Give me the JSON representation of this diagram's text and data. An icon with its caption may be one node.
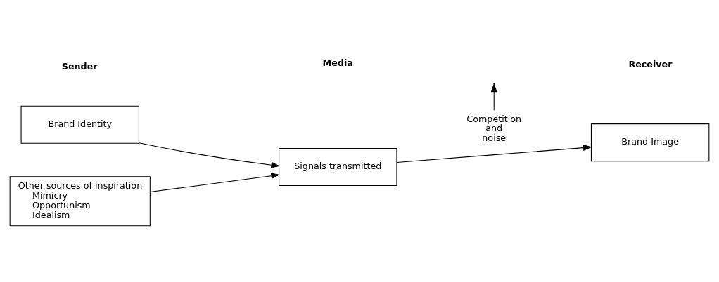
{
  "diagram": {
    "nodes": [
      {
        "text": [
          "Brand Identity"
        ]
      },
      {
        "text": [
          "Other sources of inspiration",
          "Mimicry",
          "Opportunism",
          "Idealism"
        ]
      },
      {
        "text": [
          "Signals transmitted"
        ]
      },
      {
        "text": [
          "Brand Image"
        ]
      },
      {
        "text": [
          "Competition and noise"
        ]
      }
    ],
    "edges": [
      {
        "from": 0,
        "to": 2,
        "arrow": "to"
      },
      {
        "from": 1,
        "to": 2,
        "arrow": "to"
      },
      {
        "from": 2,
        "to": 3,
        "arrow": "to"
      },
      {
        "from": 4,
        "to": null,
        "arrow": "to"
      }
    ],
    "labels": [
      "Sender",
      "Media",
      "Receiver"
    ]
  }
}
